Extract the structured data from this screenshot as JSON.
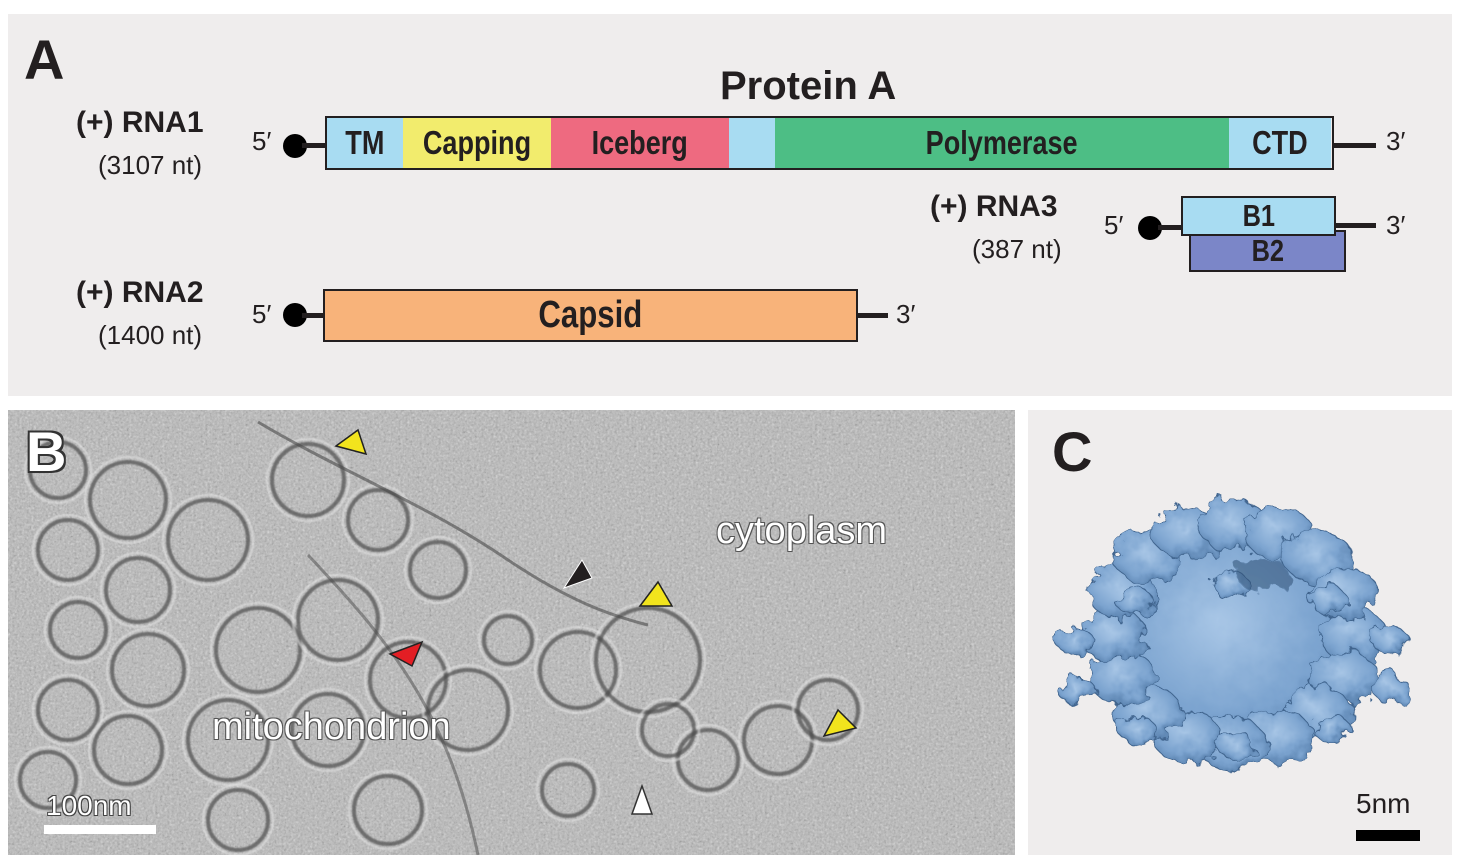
{
  "panel_a": {
    "letter": "A",
    "protein_title": "Protein A",
    "rna1": {
      "name": "(+) RNA1",
      "length": "(3107 nt)",
      "five_prime": "5′",
      "three_prime": "3′",
      "domains": [
        {
          "label": "TM",
          "color": "#a8dcf2"
        },
        {
          "label": "Capping",
          "color": "#f2ec6d"
        },
        {
          "label": "Iceberg",
          "color": "#ee6a80"
        },
        {
          "label": "",
          "color": "#a8dcf2"
        },
        {
          "label": "Polymerase",
          "color": "#4dbe85"
        },
        {
          "label": "CTD",
          "color": "#a8dcf2"
        }
      ]
    },
    "rna3": {
      "name": "(+) RNA3",
      "length": "(387 nt)",
      "five_prime": "5′",
      "three_prime": "3′",
      "b1": {
        "label": "B1",
        "color": "#a8dcf2"
      },
      "b2": {
        "label": "B2",
        "color": "#7b86c8"
      }
    },
    "rna2": {
      "name": "(+) RNA2",
      "length": "(1400 nt)",
      "five_prime": "5′",
      "three_prime": "3′",
      "capsid": {
        "label": "Capsid",
        "color": "#f8b37a"
      }
    }
  },
  "panel_b": {
    "letter": "B",
    "label_cytoplasm": "cytoplasm",
    "label_mitochondrion": "mitochondrion",
    "scale_bar": "100nm",
    "arrowhead_colors": {
      "yellow": "#f2e41d",
      "black": "#231f20",
      "red": "#e31e24",
      "white": "#ffffff"
    }
  },
  "panel_c": {
    "letter": "C",
    "scale_bar": "5nm",
    "density_color": "#7ba3cf"
  }
}
